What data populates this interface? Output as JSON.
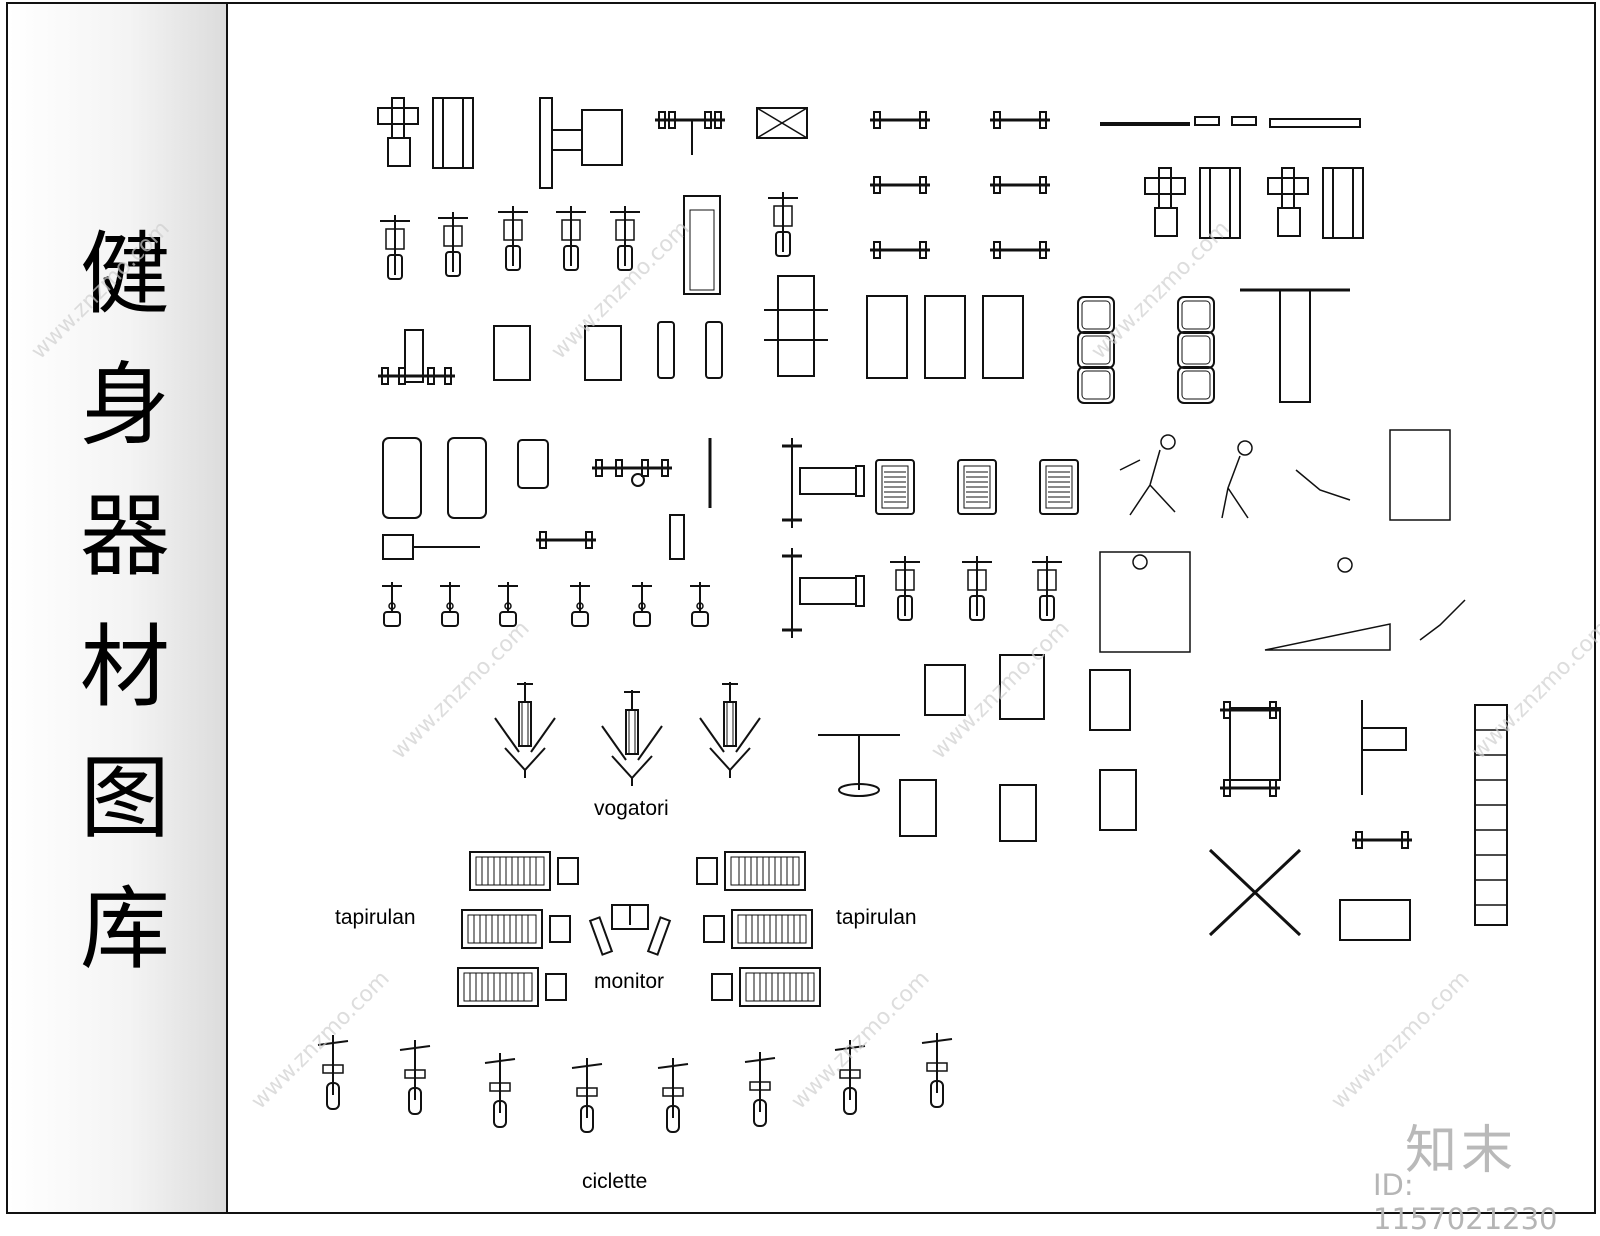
{
  "title": [
    "健",
    "身",
    "器",
    "材",
    "图",
    "库"
  ],
  "labels": {
    "vogatori": "vogatori",
    "tapirulan_left": "tapirulan",
    "tapirulan_right": "tapirulan",
    "monitor": "monitor",
    "ciclette": "ciclette"
  },
  "watermark": {
    "brand": "知末",
    "id": "ID: 1157021230"
  },
  "colors": {
    "line": "#111111",
    "watermark": "#c8c8c8",
    "sidebar_gradient_end": "#dcdcdc"
  }
}
